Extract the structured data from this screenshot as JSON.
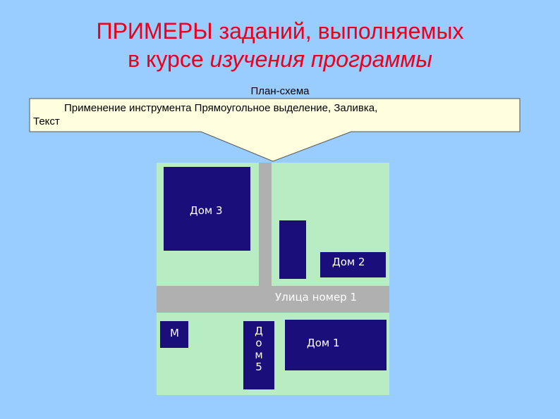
{
  "slide": {
    "title_line1": "ПРИМЕРЫ заданий, выполняемых",
    "title_line2_plain": "в курсе ",
    "title_line2_italic": "изучения программы",
    "subtitle": "План-схема",
    "callout_prefix": "Применение инструмента ",
    "callout_bold": "Прямоугольное выделение, Заливка,",
    "callout_line2": "Текст"
  },
  "map": {
    "street_label": "Улица номер 1",
    "houses": {
      "dom3": "Дом 3",
      "dom2": "Дом 2",
      "dom1": "Дом 1",
      "m": "М",
      "dom5_letters": [
        "Д",
        "о",
        "м",
        "5"
      ]
    }
  },
  "colors": {
    "background": "#99ccff",
    "title": "#e8001c",
    "map_grass": "#b8ecc3",
    "road": "#b0b0b0",
    "house": "#1a0f7a",
    "callout_fill": "#ffffe0"
  }
}
